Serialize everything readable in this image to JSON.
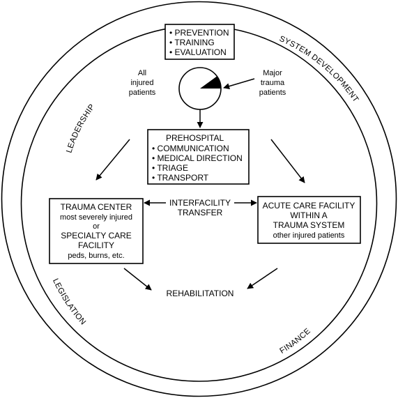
{
  "outer_labels": {
    "top_left": "LEADERSHIP",
    "top_right": "SYSTEM DEVELOPMENT",
    "bottom_left": "LEGISLATION",
    "bottom_right": "FINANCE"
  },
  "top_box": {
    "lines": [
      "• PREVENTION",
      "• TRAINING",
      "• EVALUATION"
    ]
  },
  "all_injured": {
    "lines": [
      "All",
      "injured",
      "patients"
    ]
  },
  "major_trauma": {
    "lines": [
      "Major",
      "trauma",
      "patients"
    ]
  },
  "pie": {
    "major_trauma_fraction": 0.1
  },
  "prehospital_box": {
    "title": "PREHOSPITAL",
    "items": [
      "• COMMUNICATION",
      "• MEDICAL DIRECTION",
      "• TRIAGE",
      "• TRANSPORT"
    ]
  },
  "trauma_center_box": {
    "lines": [
      "TRAUMA CENTER",
      "most severely injured",
      "or",
      "SPECIALTY CARE",
      "FACILITY",
      "peds, burns, etc."
    ]
  },
  "interfacility": {
    "lines": [
      "INTERFACILITY",
      "TRANSFER"
    ]
  },
  "acute_care_box": {
    "lines": [
      "ACUTE CARE FACILITY",
      "WITHIN A",
      "TRAUMA SYSTEM",
      "other injured patients"
    ]
  },
  "rehabilitation": "REHABILITATION"
}
